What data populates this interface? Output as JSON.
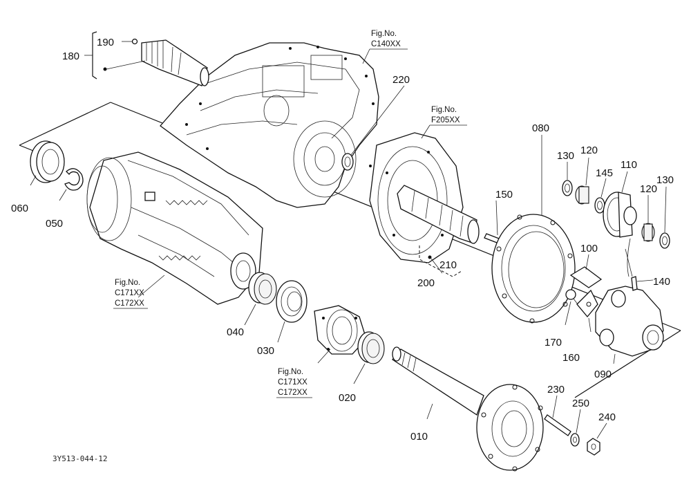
{
  "labels": {
    "p010": "010",
    "p020": "020",
    "p030": "030",
    "p040": "040",
    "p050": "050",
    "p060": "060",
    "p080": "080",
    "p090": "090",
    "p100": "100",
    "p110": "110",
    "p120a": "120",
    "p120b": "120",
    "p130a": "130",
    "p130b": "130",
    "p140": "140",
    "p145": "145",
    "p150": "150",
    "p160": "160",
    "p170": "170",
    "p180": "180",
    "p190": "190",
    "p200": "200",
    "p210": "210",
    "p220": "220",
    "p230": "230",
    "p240": "240",
    "p250": "250"
  },
  "figure_refs": {
    "c140": {
      "head": "Fig.No.",
      "codes": [
        "C140XX"
      ]
    },
    "f205": {
      "head": "Fig.No.",
      "codes": [
        "F205XX"
      ]
    },
    "c171_upper": {
      "head": "Fig.No.",
      "codes": [
        "C171XX",
        "C172XX"
      ]
    },
    "c171_lower": {
      "head": "Fig.No.",
      "codes": [
        "C171XX",
        "C172XX"
      ]
    }
  },
  "drawing_code": "3Y513-044-12"
}
